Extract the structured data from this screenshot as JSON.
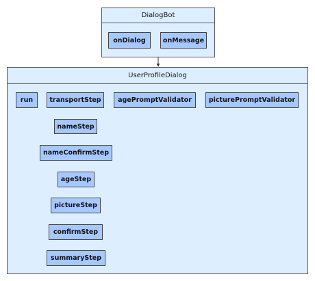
{
  "colors": {
    "group_fill": "#dceeff",
    "node_fill": "#a6c8ff",
    "border": "#555555",
    "arrow": "#333333"
  },
  "dialogbot": {
    "title": "DialogBot",
    "methods": [
      "onDialog",
      "onMessage"
    ]
  },
  "userprofiledialog": {
    "title": "UserProfileDialog",
    "top_row": [
      "run",
      "transportStep",
      "agePromptValidator",
      "picturePromptValidator"
    ],
    "steps": [
      "nameStep",
      "nameConfirmStep",
      "ageStep",
      "pictureStep",
      "confirmStep",
      "summaryStep"
    ]
  }
}
